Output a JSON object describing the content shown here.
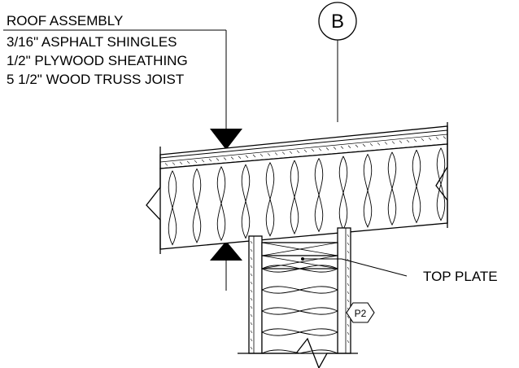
{
  "roof_assembly": {
    "title": "ROOF ASSEMBLY",
    "layers": [
      "3/16\" ASPHALT SHINGLES",
      "1/2\" PLYWOOD SHEATHING",
      "5 1/2\" WOOD TRUSS JOIST"
    ]
  },
  "grid_marker": {
    "label": "B"
  },
  "callouts": {
    "top_plate": "TOP PLATE"
  },
  "wall_tag": {
    "label": "P2"
  },
  "colors": {
    "ink": "#000000",
    "paper": "#ffffff"
  }
}
